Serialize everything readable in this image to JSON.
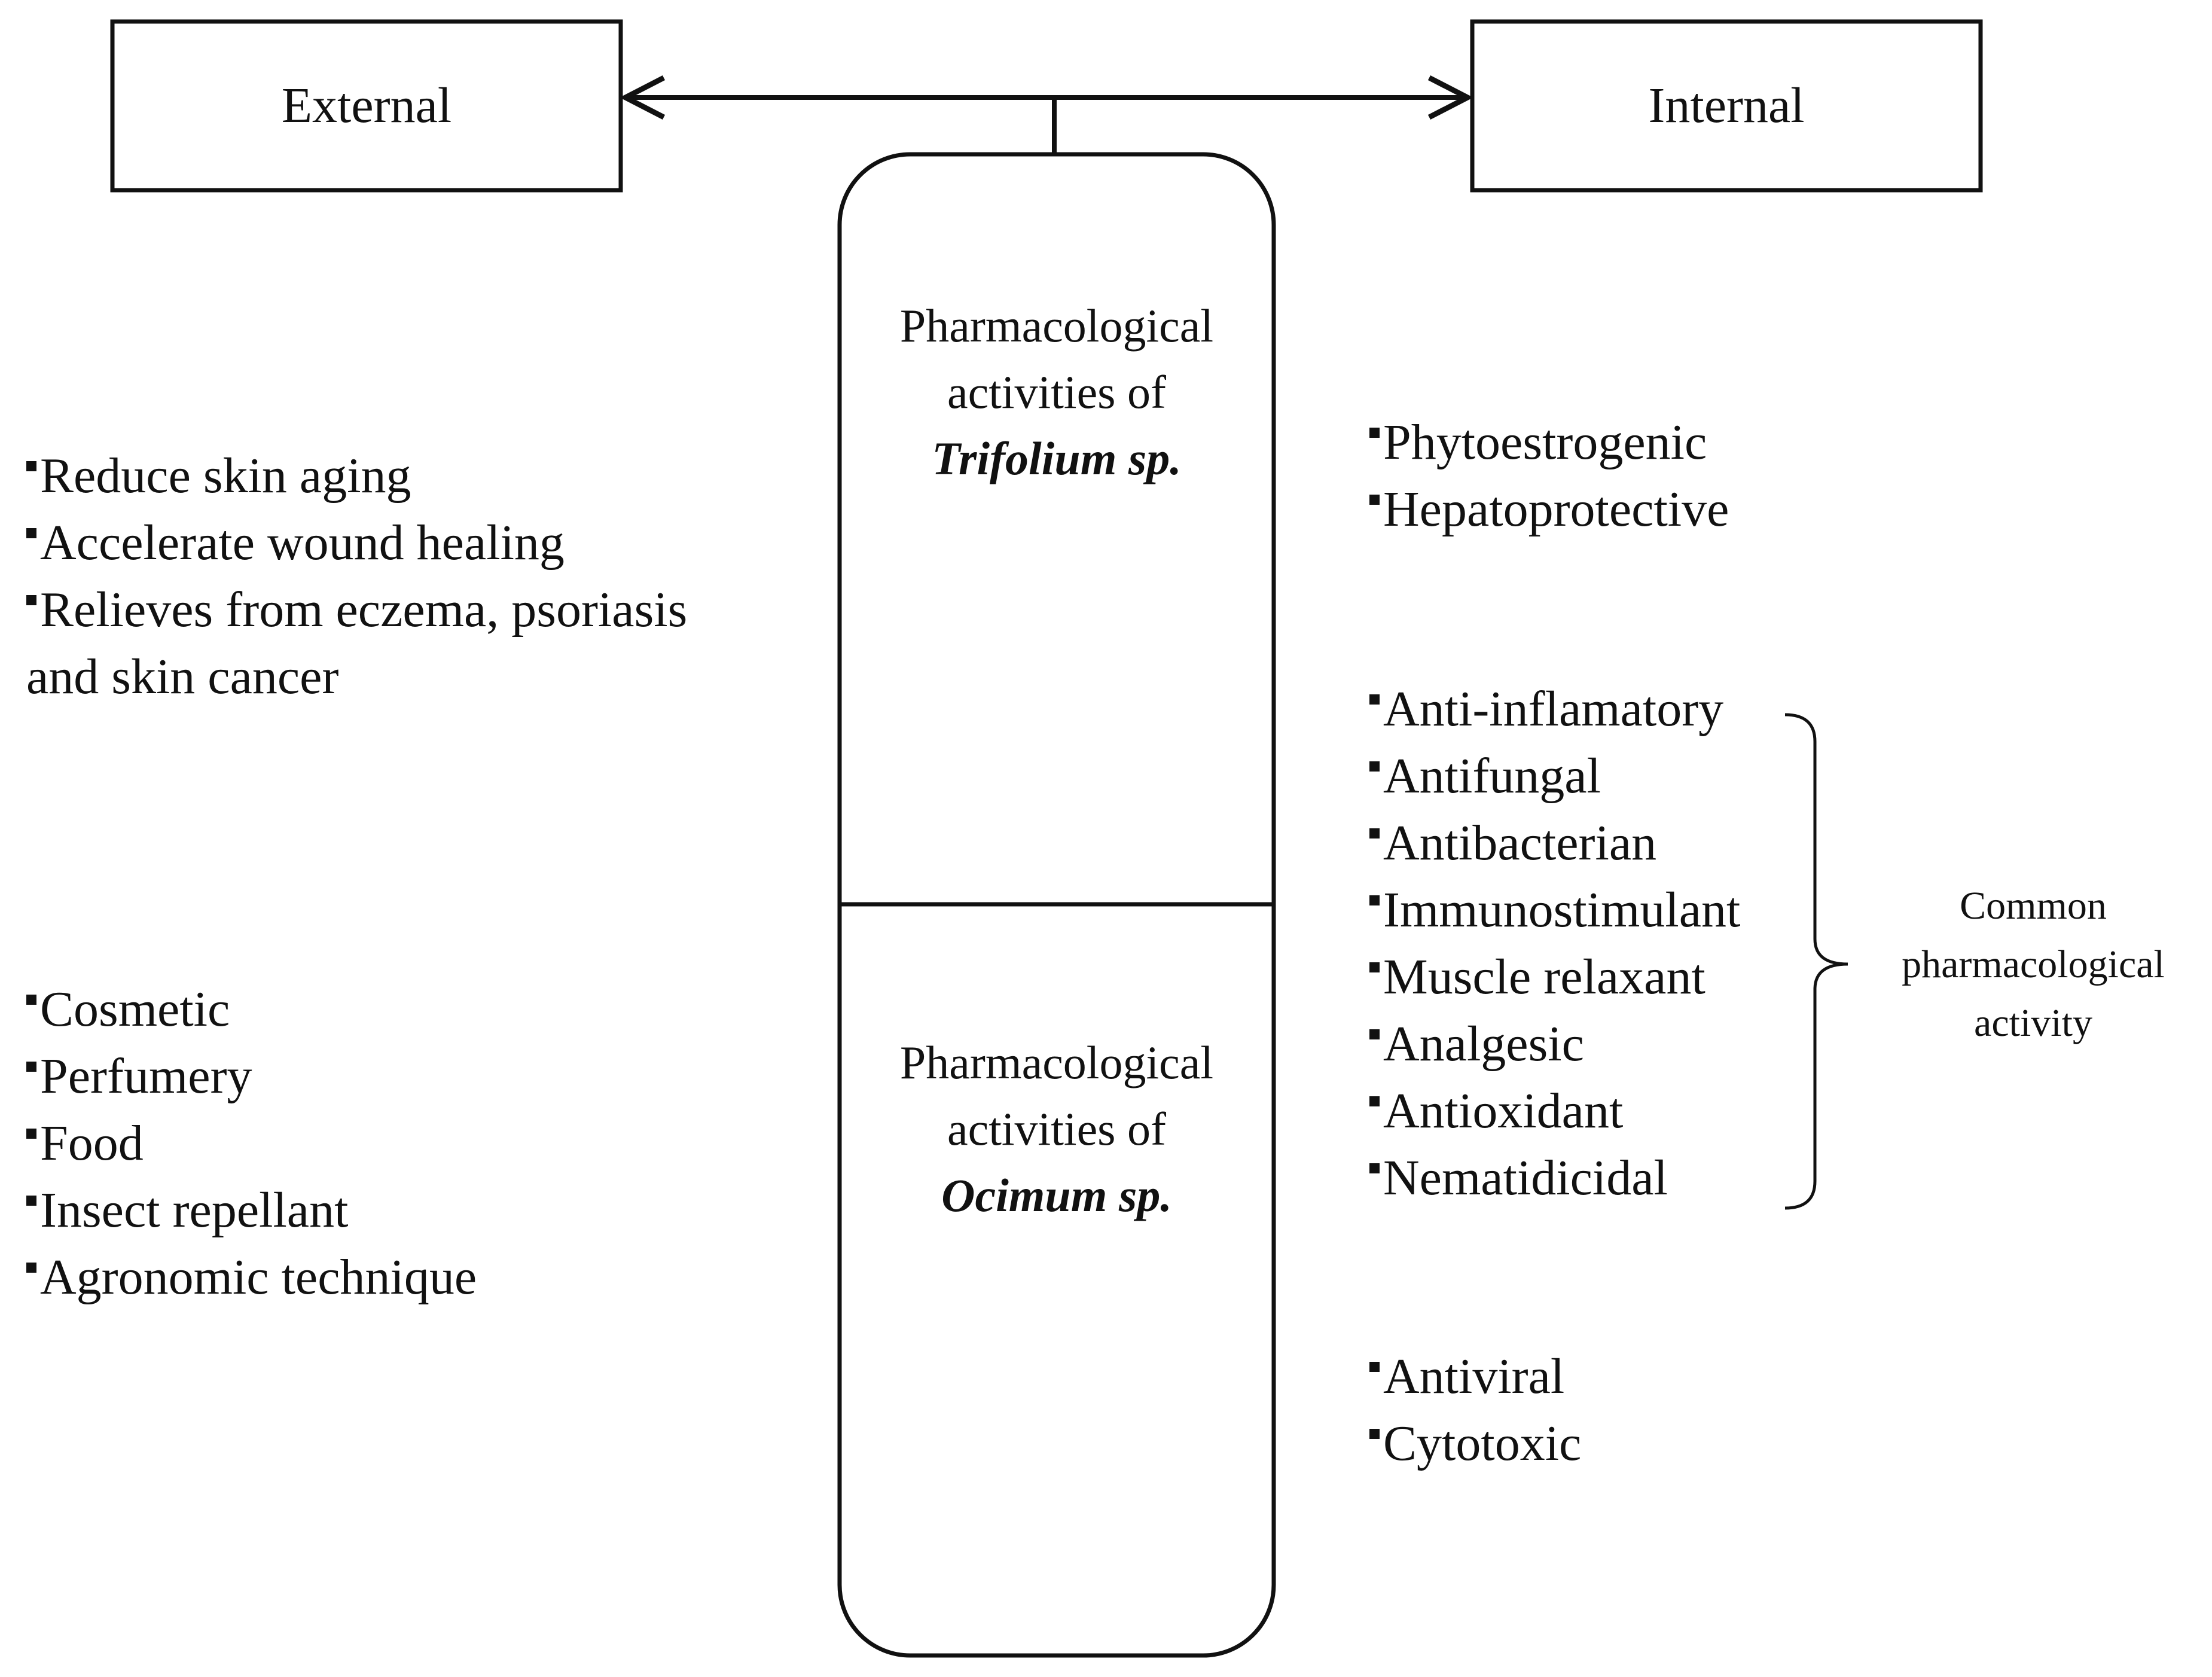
{
  "boxes": {
    "external": "External",
    "internal": "Internal"
  },
  "center": {
    "top": {
      "line1": "Pharmacological",
      "line2": "activities of",
      "species": "Trifolium sp."
    },
    "bottom": {
      "line1": "Pharmacological",
      "line2": "activities of",
      "species": "Ocimum sp."
    }
  },
  "external_trifolium": [
    "Reduce skin aging",
    "Accelerate wound healing",
    "Relieves from eczema, psoriasis",
    "and skin cancer"
  ],
  "external_ocimum": [
    "Cosmetic",
    "Perfumery",
    "Food",
    "Insect repellant",
    "Agronomic technique"
  ],
  "internal_trifolium": [
    "Phytoestrogenic",
    "Hepatoprotective"
  ],
  "internal_common": [
    "Anti-inflamatory",
    "Antifungal",
    "Antibacterian",
    "Immunostimulant",
    "Muscle relaxant",
    "Analgesic",
    "Antioxidant",
    "Nematidicidal"
  ],
  "common_label": {
    "line1": "Common",
    "line2": "pharmacological",
    "line3": "activity"
  },
  "internal_ocimum": [
    "Antiviral",
    "Cytotoxic"
  ]
}
